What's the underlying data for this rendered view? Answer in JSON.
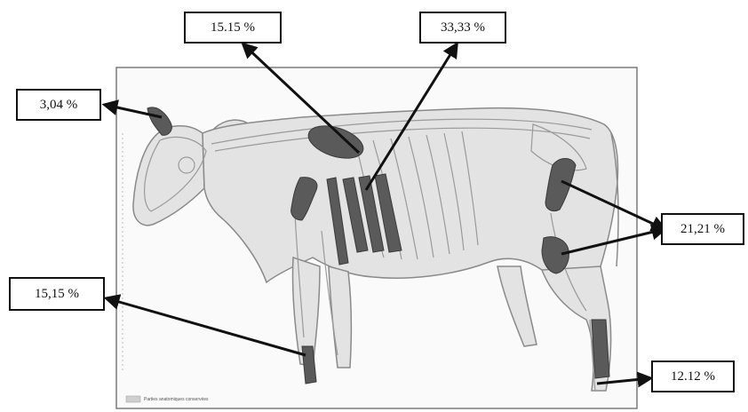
{
  "labels": {
    "horn": "3,04 %",
    "scapula": "15.15 %",
    "ribs": "33,33 %",
    "hind_leg": "21,21 %",
    "fore_foot": "15,15 %",
    "hind_foot": "12.12 %"
  },
  "legend": {
    "text": "Parties anatomiques conservées"
  },
  "colors": {
    "bone_highlight": "#5a5a5a",
    "body_fill": "#e3e3e3",
    "outline": "#8a8a8a",
    "arrow": "#111111"
  }
}
